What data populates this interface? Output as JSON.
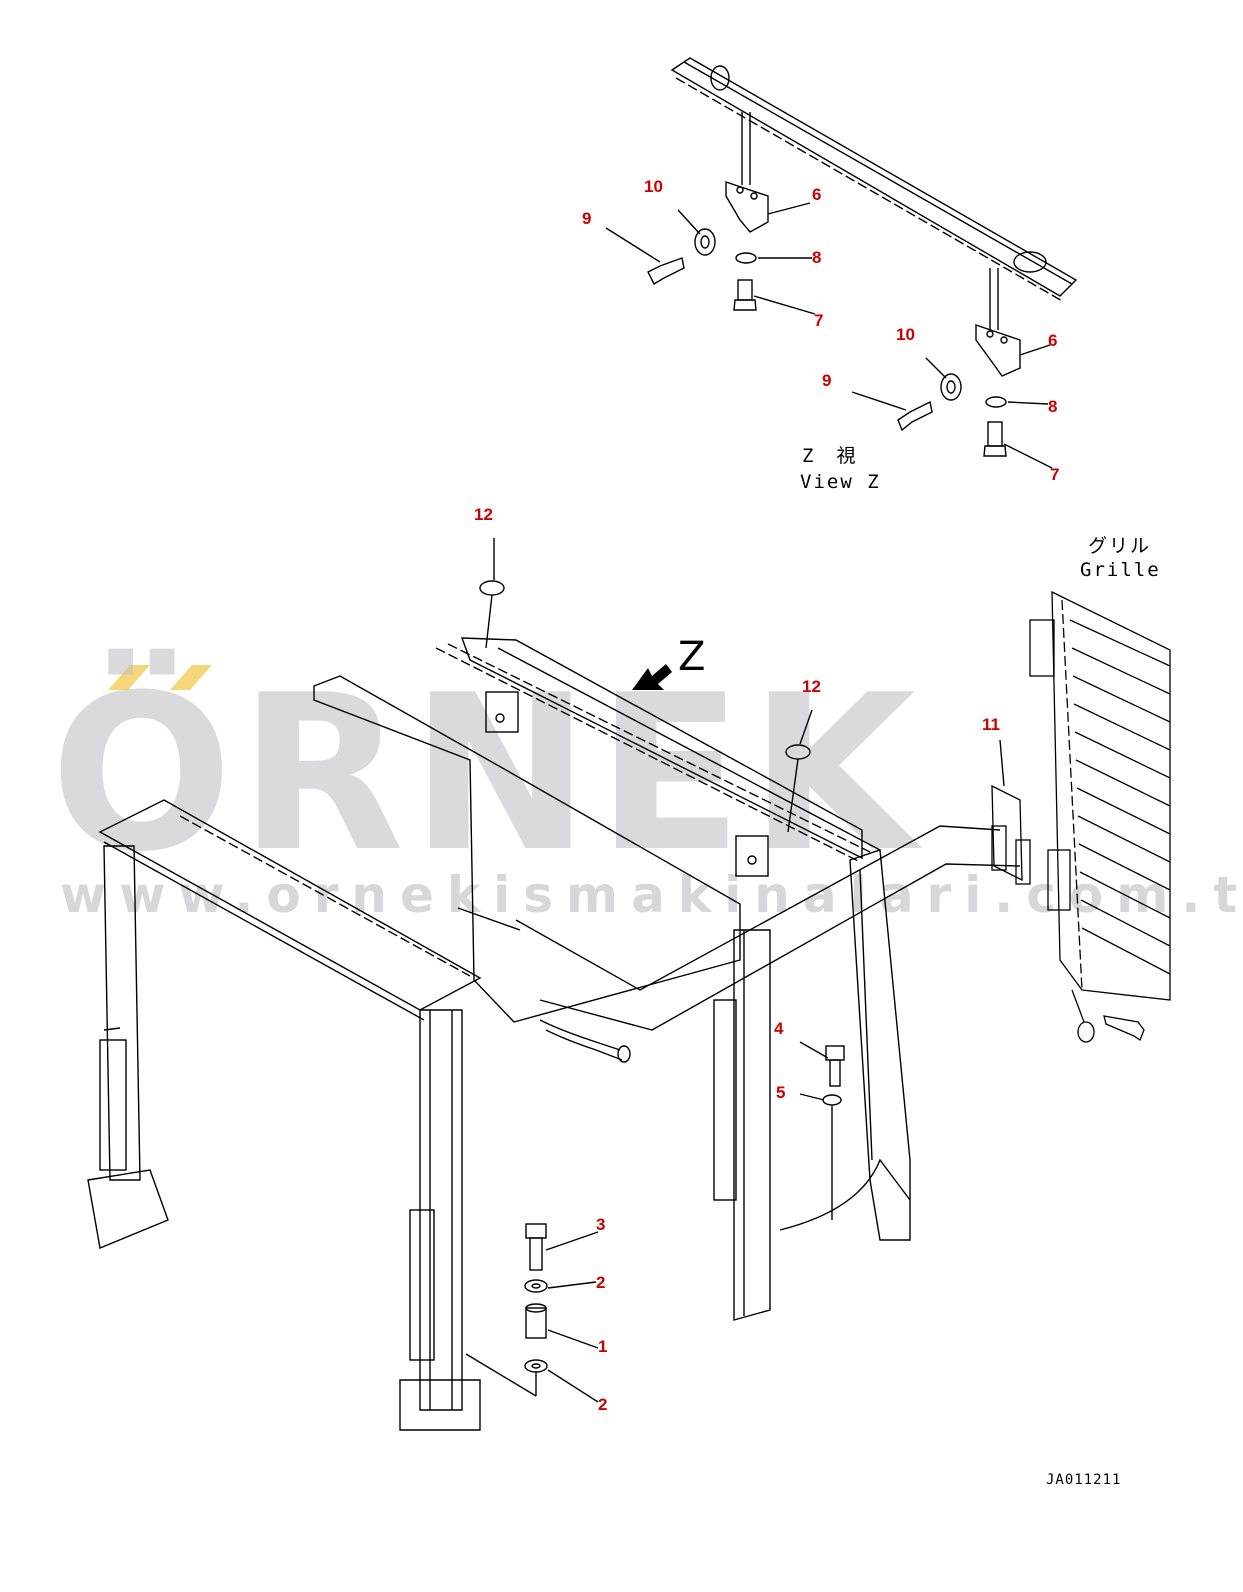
{
  "view_z": {
    "label_jp": "Z　視",
    "label_en": "View Z"
  },
  "grille": {
    "label_jp": "グリル",
    "label_en": "Grille"
  },
  "arrow_letter": "Z",
  "document_code": "JA011211",
  "watermark": {
    "brand": "ÖRNEK",
    "url": "www.ornekismakinalari.com.tr",
    "accent_color": "#f5d77a"
  },
  "colors": {
    "part_number": "#cc0000",
    "line": "#000000"
  },
  "callouts": [
    {
      "id": "c10a",
      "number": "10"
    },
    {
      "id": "c9a",
      "number": "9"
    },
    {
      "id": "c6a",
      "number": "6"
    },
    {
      "id": "c8a",
      "number": "8"
    },
    {
      "id": "c7a",
      "number": "7"
    },
    {
      "id": "c10b",
      "number": "10"
    },
    {
      "id": "c9b",
      "number": "9"
    },
    {
      "id": "c6b",
      "number": "6"
    },
    {
      "id": "c8b",
      "number": "8"
    },
    {
      "id": "c7b",
      "number": "7"
    },
    {
      "id": "c12a",
      "number": "12"
    },
    {
      "id": "c12b",
      "number": "12"
    },
    {
      "id": "c11",
      "number": "11"
    },
    {
      "id": "c4",
      "number": "4"
    },
    {
      "id": "c5",
      "number": "5"
    },
    {
      "id": "c3",
      "number": "3"
    },
    {
      "id": "c2a",
      "number": "2"
    },
    {
      "id": "c1",
      "number": "1"
    },
    {
      "id": "c2b",
      "number": "2"
    }
  ]
}
